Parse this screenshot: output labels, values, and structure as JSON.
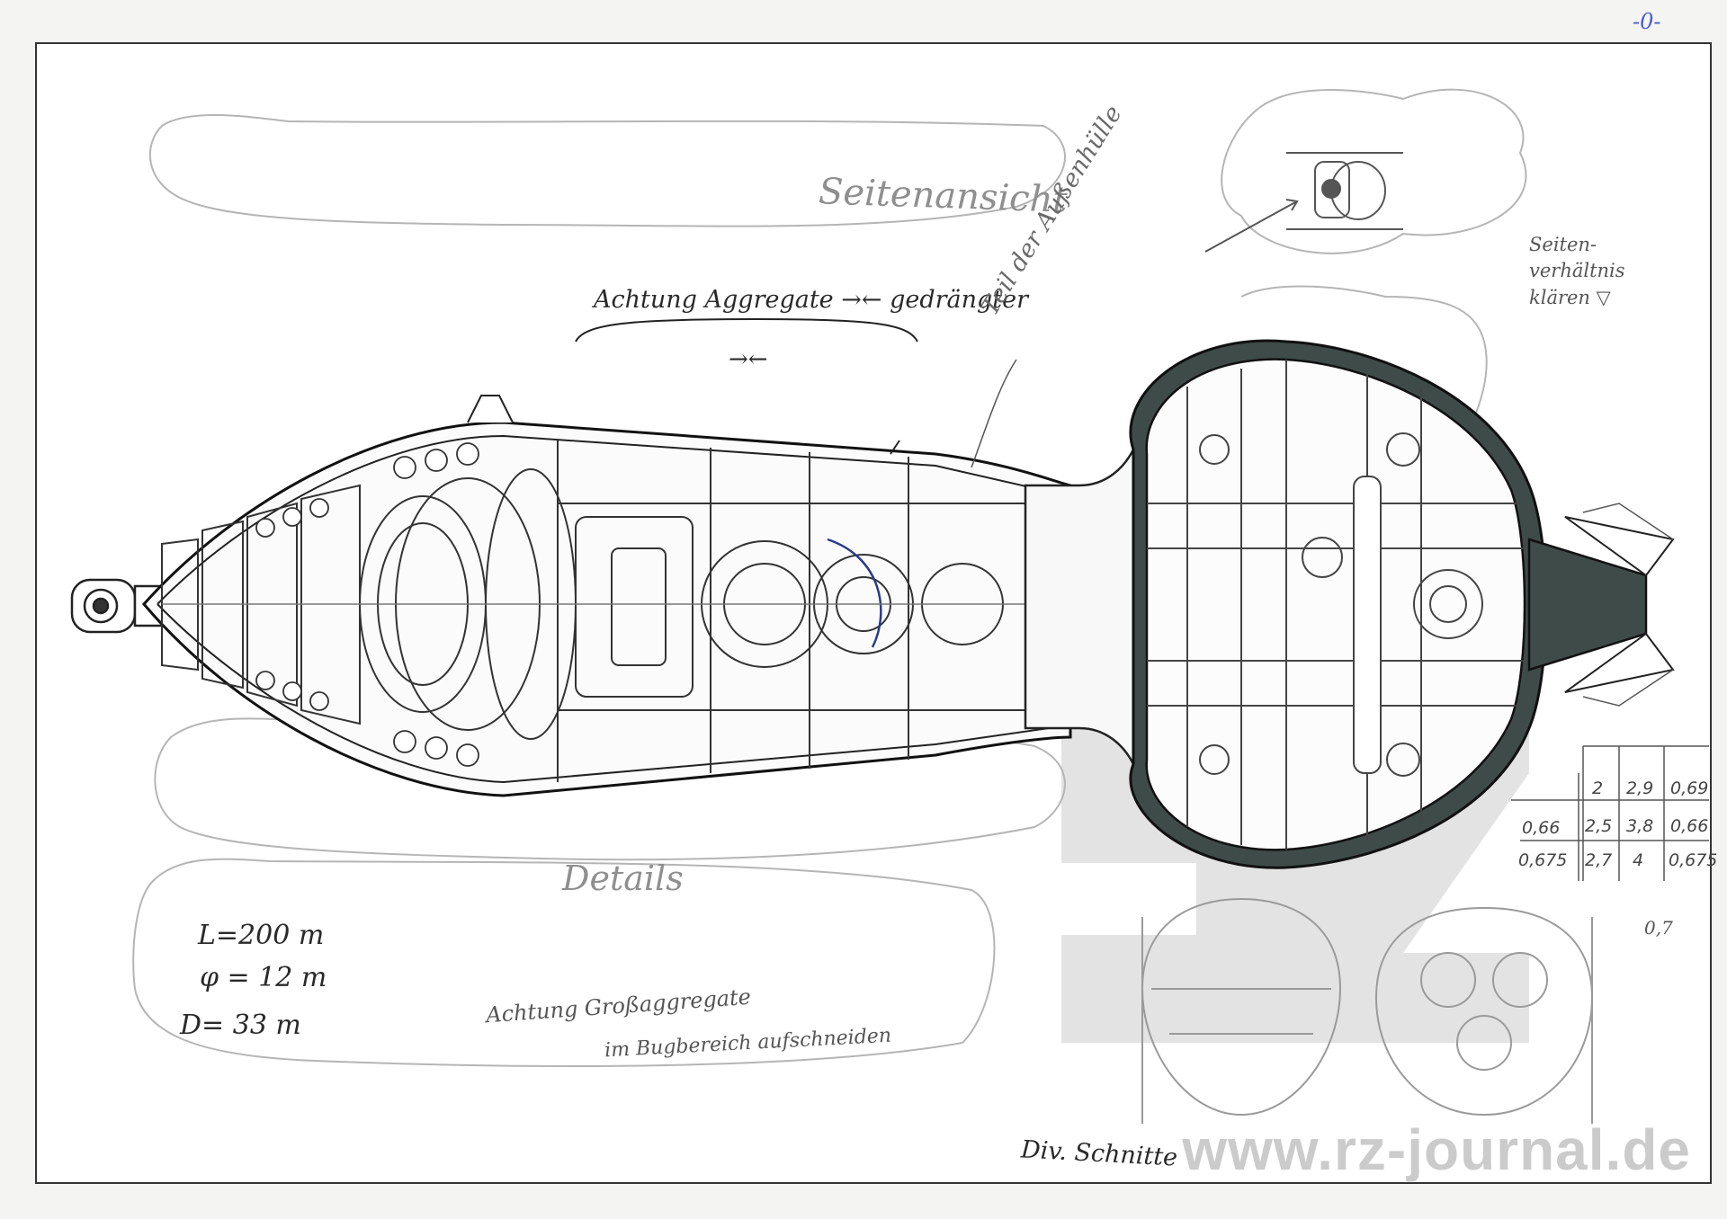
{
  "page_mark": "-0-",
  "annotations": {
    "side_view": "Seitenansicht",
    "warning_aggregates": "Achtung Aggregate →← gedrängter",
    "warning_arrows": "→←",
    "outer_hull": "Teil der Außenhülle",
    "aspect_ratio": "Seiten- verhältnis klären ▽",
    "details": "Details",
    "large_aggregates_1": "Achtung Großaggregate",
    "large_aggregates_2": "im Bugbereich aufschneiden",
    "sections": "Div. Schnitte",
    "extra_value": "0,7"
  },
  "dimensions": {
    "length": "L=200 m",
    "diameter": "φ = 12 m",
    "D": "D= 33 m"
  },
  "ratio_table": {
    "rows": [
      [
        "",
        "2",
        "2,9",
        "0,69"
      ],
      [
        "0,66",
        "2,5",
        "3,8",
        "0,66"
      ],
      [
        "0,675",
        "2,7",
        "4",
        "0,675"
      ]
    ]
  },
  "watermark": "www.rz-journal.de",
  "colors": {
    "paper": "#ffffff",
    "pencil": "#5a5a5a",
    "ink": "#1e1e1e",
    "hull_dark": "#3e4a47",
    "watermark": "#c8c8c8"
  }
}
